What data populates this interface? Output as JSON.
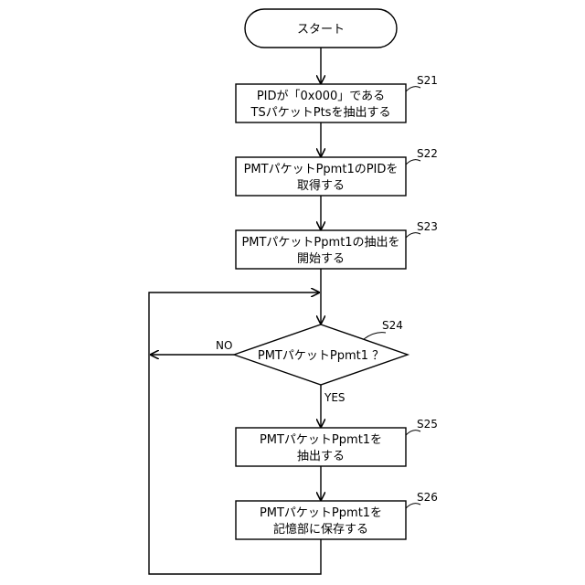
{
  "start": {
    "label": "スタート"
  },
  "steps": [
    {
      "id": "S21",
      "lines": [
        "PIDが「0x000」である",
        "TSパケットPtsを抽出する"
      ]
    },
    {
      "id": "S22",
      "lines": [
        "PMTパケットPpmt1のPIDを",
        "取得する"
      ]
    },
    {
      "id": "S23",
      "lines": [
        "PMTパケットPpmt1の抽出を",
        "開始する"
      ]
    },
    {
      "id": "S25",
      "lines": [
        "PMTパケットPpmt1を",
        "抽出する"
      ]
    },
    {
      "id": "S26",
      "lines": [
        "PMTパケットPpmt1を",
        "記憶部に保存する"
      ]
    }
  ],
  "decision": {
    "id": "S24",
    "label": "PMTパケットPpmt1 ？",
    "yes": "YES",
    "no": "NO"
  }
}
